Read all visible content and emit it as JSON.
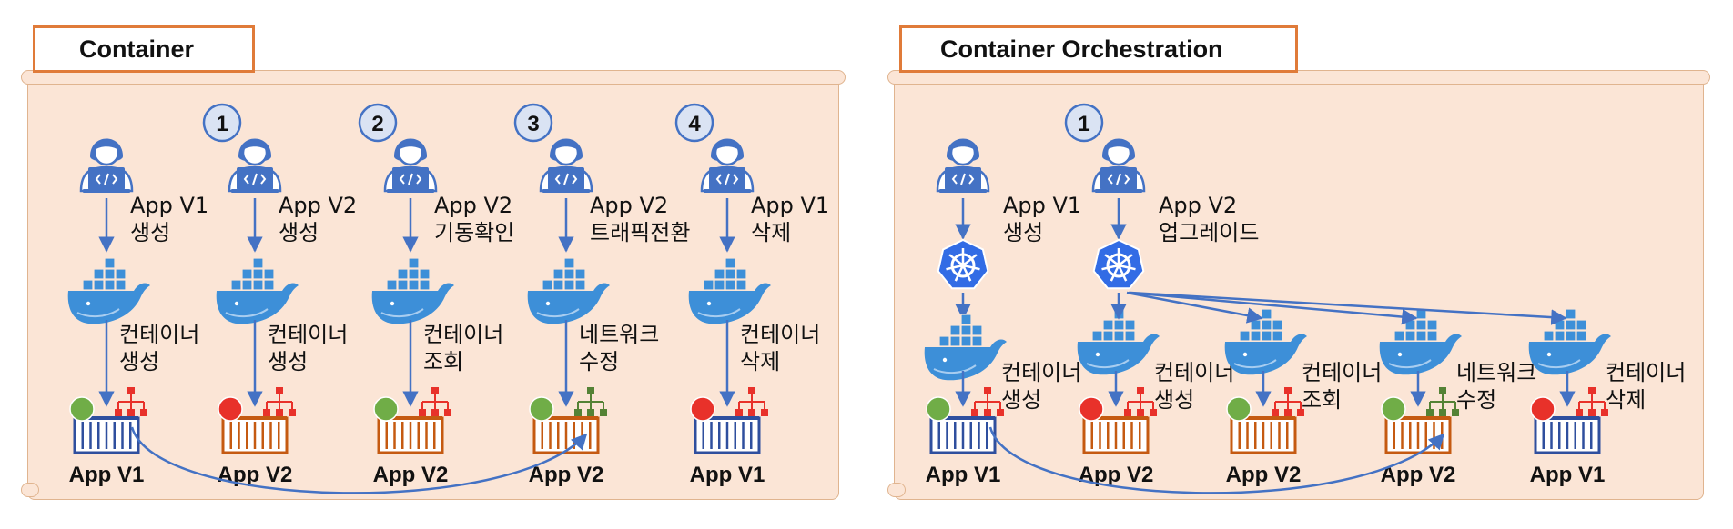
{
  "left": {
    "title": "Container",
    "steps": [
      {
        "num": "",
        "action": [
          "App V1",
          "생성"
        ],
        "op": [
          "컨테이너",
          "생성"
        ],
        "app": "App V1",
        "status": "green",
        "net": "red",
        "box": "blue"
      },
      {
        "num": "1",
        "action": [
          "App V2",
          "생성"
        ],
        "op": [
          "컨테이너",
          "생성"
        ],
        "app": "App V2",
        "status": "red",
        "net": "red",
        "box": "orange"
      },
      {
        "num": "2",
        "action": [
          "App V2",
          "기동확인"
        ],
        "op": [
          "컨테이너",
          "조회"
        ],
        "app": "App V2",
        "status": "green",
        "net": "red",
        "box": "orange"
      },
      {
        "num": "3",
        "action": [
          "App V2",
          "트래픽전환"
        ],
        "op": [
          "네트워크",
          "수정"
        ],
        "app": "App V2",
        "status": "green",
        "net": "green",
        "box": "orange"
      },
      {
        "num": "4",
        "action": [
          "App V1",
          "삭제"
        ],
        "op": [
          "컨테이너",
          "삭제"
        ],
        "app": "App V1",
        "status": "red",
        "net": "red",
        "box": "blue"
      }
    ]
  },
  "right": {
    "title": "Container Orchestration",
    "users": [
      {
        "num": "",
        "action": [
          "App V1",
          "생성"
        ]
      },
      {
        "num": "1",
        "action": [
          "App V2",
          "업그레이드"
        ]
      }
    ],
    "steps": [
      {
        "op": [
          "컨테이너",
          "생성"
        ],
        "app": "App V1",
        "status": "green",
        "net": "red",
        "box": "blue"
      },
      {
        "op": [
          "컨테이너",
          "생성"
        ],
        "app": "App V2",
        "status": "red",
        "net": "red",
        "box": "orange"
      },
      {
        "op": [
          "컨테이너",
          "조회"
        ],
        "app": "App V2",
        "status": "green",
        "net": "red",
        "box": "orange"
      },
      {
        "op": [
          "네트워크",
          "수정"
        ],
        "app": "App V2",
        "status": "green",
        "net": "green",
        "box": "orange"
      },
      {
        "op": [
          "컨테이너",
          "삭제"
        ],
        "app": "App V1",
        "status": "red",
        "net": "red",
        "box": "blue"
      }
    ]
  },
  "colors": {
    "arrow": "#4472c4",
    "green": "#70ad47",
    "red": "#e8312a",
    "blue_box": "#2f4f9e",
    "orange_box": "#c55a11",
    "net_red": "#e8312a",
    "net_green": "#548235",
    "title_border": "#e07b39",
    "panel_fill": "#fbe5d6"
  },
  "icons": {
    "user": "developer-laptop-icon",
    "docker": "docker-whale-icon",
    "k8s": "kubernetes-wheel-icon",
    "container": "shipping-container-icon",
    "network": "network-tree-icon"
  }
}
